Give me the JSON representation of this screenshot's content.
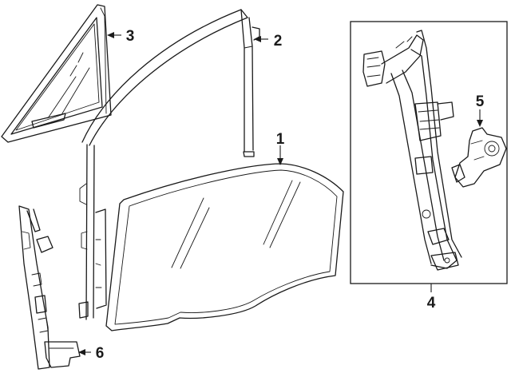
{
  "diagram": {
    "callouts": [
      {
        "id": "1",
        "label": "1"
      },
      {
        "id": "2",
        "label": "2"
      },
      {
        "id": "3",
        "label": "3"
      },
      {
        "id": "4",
        "label": "4"
      },
      {
        "id": "5",
        "label": "5"
      },
      {
        "id": "6",
        "label": "6"
      }
    ],
    "line_color": "#1a1a1a",
    "background": "#ffffff"
  }
}
